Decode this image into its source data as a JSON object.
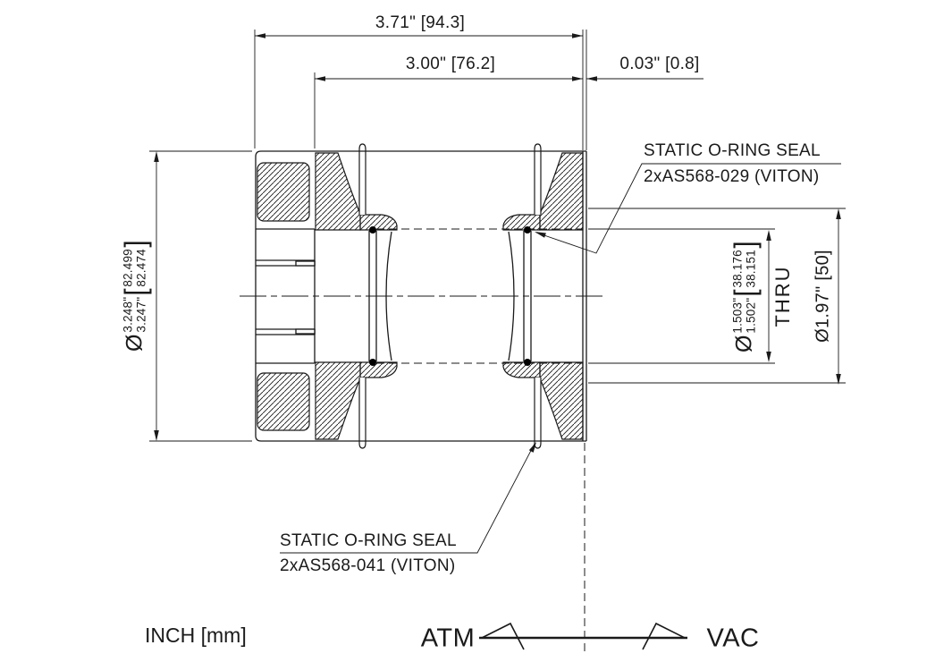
{
  "dims": {
    "overall": "3.71\" [94.3]",
    "body": "3.00\" [76.2]",
    "gap": "0.03\" [0.8]",
    "outer": {
      "sym": "Ø",
      "in1": "3.248\"",
      "in2": "3.247\"",
      "lb": "[",
      "mm1": "82.499",
      "mm2": "82.474",
      "rb": "]"
    },
    "bore": {
      "sym": "Ø",
      "in1": "1.503\"",
      "in2": "1.502\"",
      "lb": "[",
      "mm1": "38.176",
      "mm2": "38.151",
      "rb": "]",
      "thru": "THRU"
    },
    "tube": "Ø1.97\" [50]"
  },
  "labels": {
    "seal_top1": "STATIC O-RING SEAL",
    "seal_top2": "2xAS568-029 (VITON)",
    "seal_bot1": "STATIC O-RING SEAL",
    "seal_bot2": "2xAS568-041 (VITON)",
    "units": "INCH [mm]",
    "atm": "ATM",
    "vac": "VAC"
  },
  "colors": {
    "line": "#1a1a1a",
    "background": "#ffffff"
  }
}
